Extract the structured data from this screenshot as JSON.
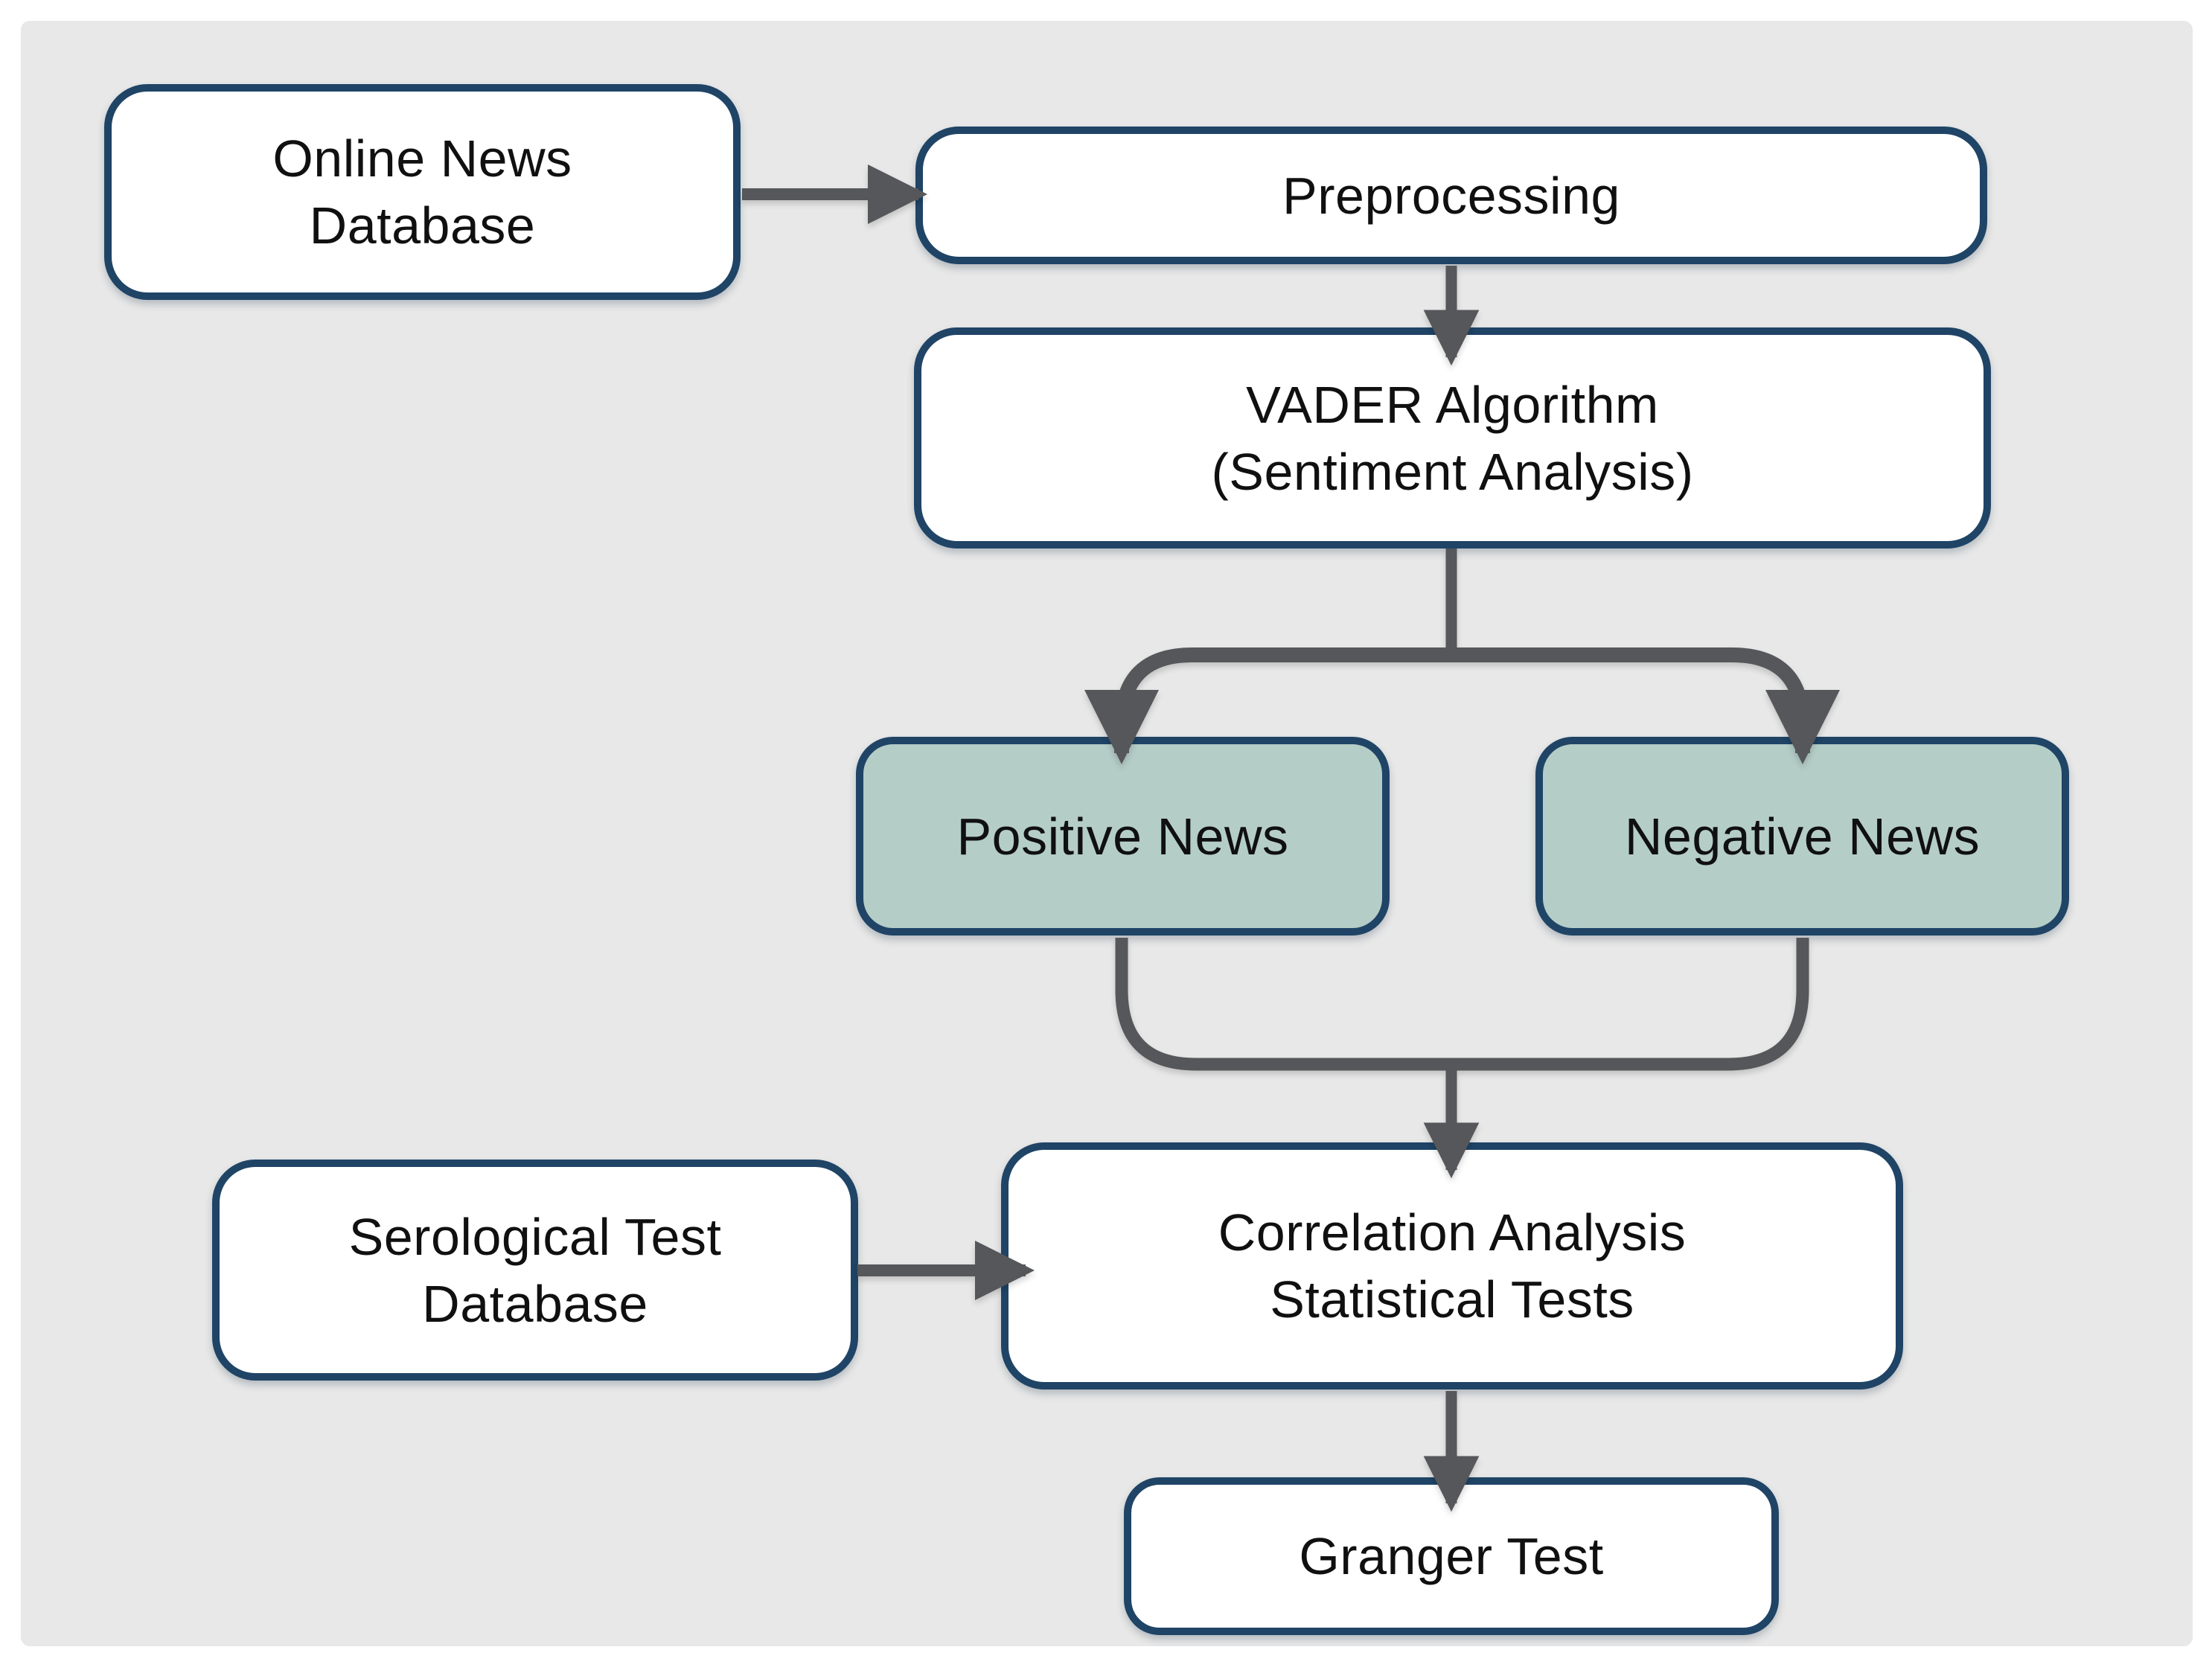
{
  "diagram": {
    "type": "flowchart",
    "background": "#e8e8e8",
    "frame_background": "#ffffff"
  },
  "colors": {
    "node_border": "#1f4466",
    "node_fill_white": "#ffffff",
    "node_fill_teal": "#b5cdc7",
    "arrow": "#56575a",
    "text": "#101010"
  },
  "nodes": {
    "online_news": {
      "label": "Online News Database",
      "lines": [
        "Online News",
        "Database"
      ],
      "fill": "white"
    },
    "preprocessing": {
      "label": "Preprocessing",
      "lines": [
        "Preprocessing"
      ],
      "fill": "white"
    },
    "vader": {
      "label": "VADER Algorithm (Sentiment Analysis)",
      "lines": [
        "VADER Algorithm",
        "(Sentiment Analysis)"
      ],
      "fill": "white"
    },
    "positive": {
      "label": "Positive News",
      "lines": [
        "Positive News"
      ],
      "fill": "teal"
    },
    "negative": {
      "label": "Negative News",
      "lines": [
        "Negative News"
      ],
      "fill": "teal"
    },
    "serological": {
      "label": "Serological Test Database",
      "lines": [
        "Serological Test",
        "Database"
      ],
      "fill": "white"
    },
    "correlation": {
      "label": "Correlation Analysis Statistical Tests",
      "lines": [
        "Correlation Analysis",
        "Statistical Tests"
      ],
      "fill": "white"
    },
    "granger": {
      "label": "Granger Test",
      "lines": [
        "Granger Test"
      ],
      "fill": "white"
    }
  },
  "edges": [
    {
      "from": "online_news",
      "to": "preprocessing",
      "style": "straight-arrow"
    },
    {
      "from": "preprocessing",
      "to": "vader",
      "style": "straight-arrow"
    },
    {
      "from": "vader",
      "to": "positive",
      "style": "split-curve-arrow"
    },
    {
      "from": "vader",
      "to": "negative",
      "style": "split-curve-arrow"
    },
    {
      "from": "positive",
      "to": "correlation",
      "style": "merge-curve"
    },
    {
      "from": "negative",
      "to": "correlation",
      "style": "merge-curve"
    },
    {
      "from": "serological",
      "to": "correlation",
      "style": "straight-arrow"
    },
    {
      "from": "correlation",
      "to": "granger",
      "style": "straight-arrow"
    }
  ]
}
